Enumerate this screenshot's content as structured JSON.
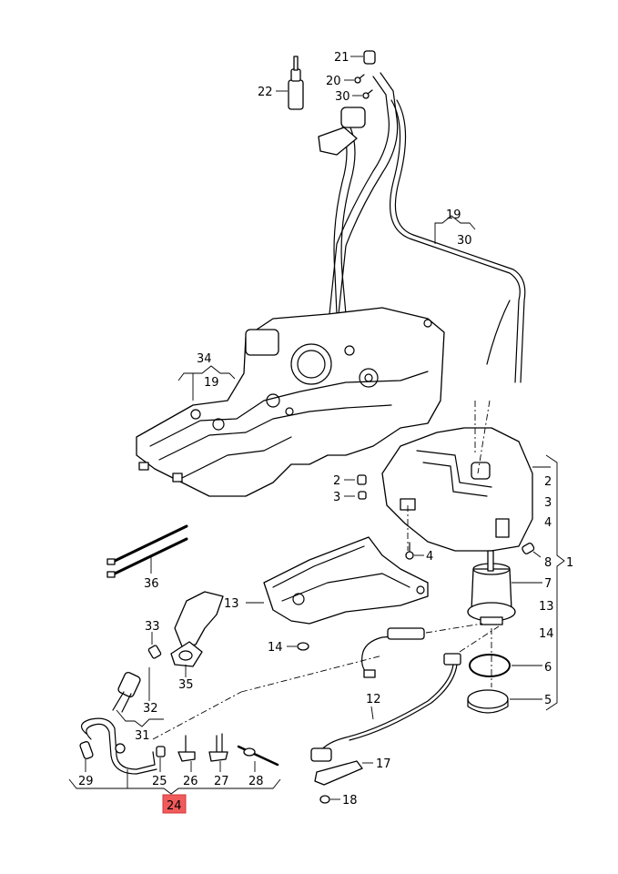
{
  "diagram": {
    "title": "Fuel tank exploded parts diagram",
    "highlight_color": "#f05a5a",
    "highlighted_callout": "24",
    "callouts": {
      "c1": "1",
      "c2a": "2",
      "c3a": "3",
      "c4a": "4",
      "c2b": "2",
      "c3b": "3",
      "c4b": "4",
      "c5": "5",
      "c6": "6",
      "c7": "7",
      "c8": "8",
      "c12": "12",
      "c13a": "13",
      "c13b": "13",
      "c14a": "14",
      "c14b": "14",
      "c17": "17",
      "c18": "18",
      "c19a": "19",
      "c30a": "30",
      "c19b": "19",
      "c34": "34",
      "c20": "20",
      "c21": "21",
      "c22": "22",
      "c30b": "30",
      "c24": "24",
      "c25": "25",
      "c26": "26",
      "c27": "27",
      "c28": "28",
      "c29": "29",
      "c31": "31",
      "c32": "32",
      "c33": "33",
      "c35": "35",
      "c36": "36"
    }
  }
}
